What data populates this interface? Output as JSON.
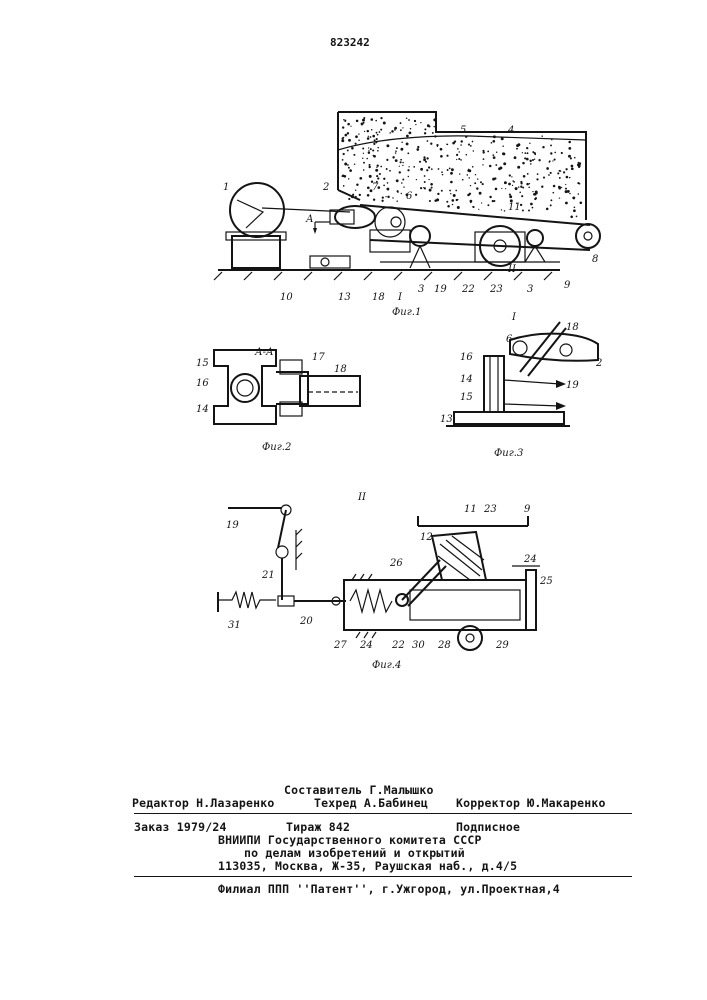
{
  "patent_number": "823242",
  "figures": {
    "fig1": {
      "caption": "Фиг.1",
      "section_mark": "А",
      "detail_mark": "I",
      "detail_mark2": "II",
      "labels": [
        "1",
        "2",
        "7",
        "6",
        "5",
        "4",
        "11",
        "3",
        "19",
        "22",
        "23",
        "3",
        "8",
        "9",
        "10",
        "13",
        "18"
      ]
    },
    "fig2": {
      "caption": "Фиг.2",
      "section_title": "А-А",
      "labels": [
        "15",
        "16",
        "14",
        "17",
        "18"
      ]
    },
    "fig3": {
      "caption": "Фиг.3",
      "detail_title": "I",
      "labels": [
        "6",
        "18",
        "2",
        "16",
        "14",
        "15",
        "19",
        "13"
      ]
    },
    "fig4": {
      "caption": "Фиг.4",
      "detail_title": "II",
      "labels": [
        "19",
        "11",
        "23",
        "9",
        "12",
        "24",
        "25",
        "26",
        "21",
        "31",
        "20",
        "27",
        "24",
        "22",
        "30",
        "28",
        "29"
      ]
    }
  },
  "imprint": {
    "compiler": "Составитель Г.Малышко",
    "editor": "Редактор Н.Лазаренко",
    "techred": "Техред А.Бабинец",
    "corrector": "Корректор Ю.Макаренко",
    "order": "Заказ 1979/24",
    "circulation": "Тираж 842",
    "subscription": "Подписное",
    "org_line1": "ВНИИПИ Государственного комитета СССР",
    "org_line2": "по делам изобретений и открытий",
    "address": "113035, Москва, Ж-35, Раушская наб., д.4/5",
    "branch": "Филиал ППП ''Патент'', г.Ужгород, ул.Проектная,4"
  }
}
